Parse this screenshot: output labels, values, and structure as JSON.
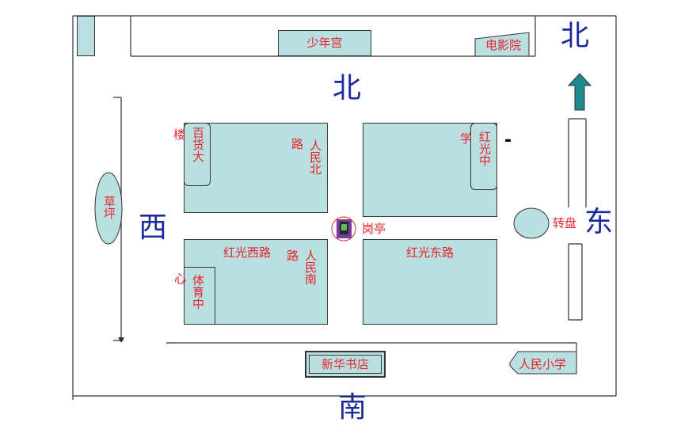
{
  "map": {
    "directions": {
      "north_top": "北",
      "north_center": "北",
      "south": "南",
      "west": "西",
      "east": "东"
    },
    "places": {
      "youth_palace": "少年宫",
      "cinema": "电影院",
      "bookstore": "新华书店",
      "primary_school": "人民小学",
      "roundabout": "转盘",
      "guard_post": "岗亭",
      "lawn": "草坪"
    },
    "roads": {
      "renmin_north": "人民北路",
      "renmin_south": "人民南路",
      "hongguang_west": "红光西路",
      "hongguang_east": "红光东路"
    },
    "buildings": {
      "department_store_a": "百货大",
      "department_store_b": "楼",
      "hongguang_mid_a": "红光中",
      "hongguang_mid_b": "学",
      "sports_center_a": "体育中",
      "sports_center_b": "心"
    },
    "dash": "-",
    "colors": {
      "block": "#b9dfe0",
      "text_red": "#e8232b",
      "direction_blue": "#1a2a9c",
      "arrow": "#1a8a8a"
    }
  }
}
